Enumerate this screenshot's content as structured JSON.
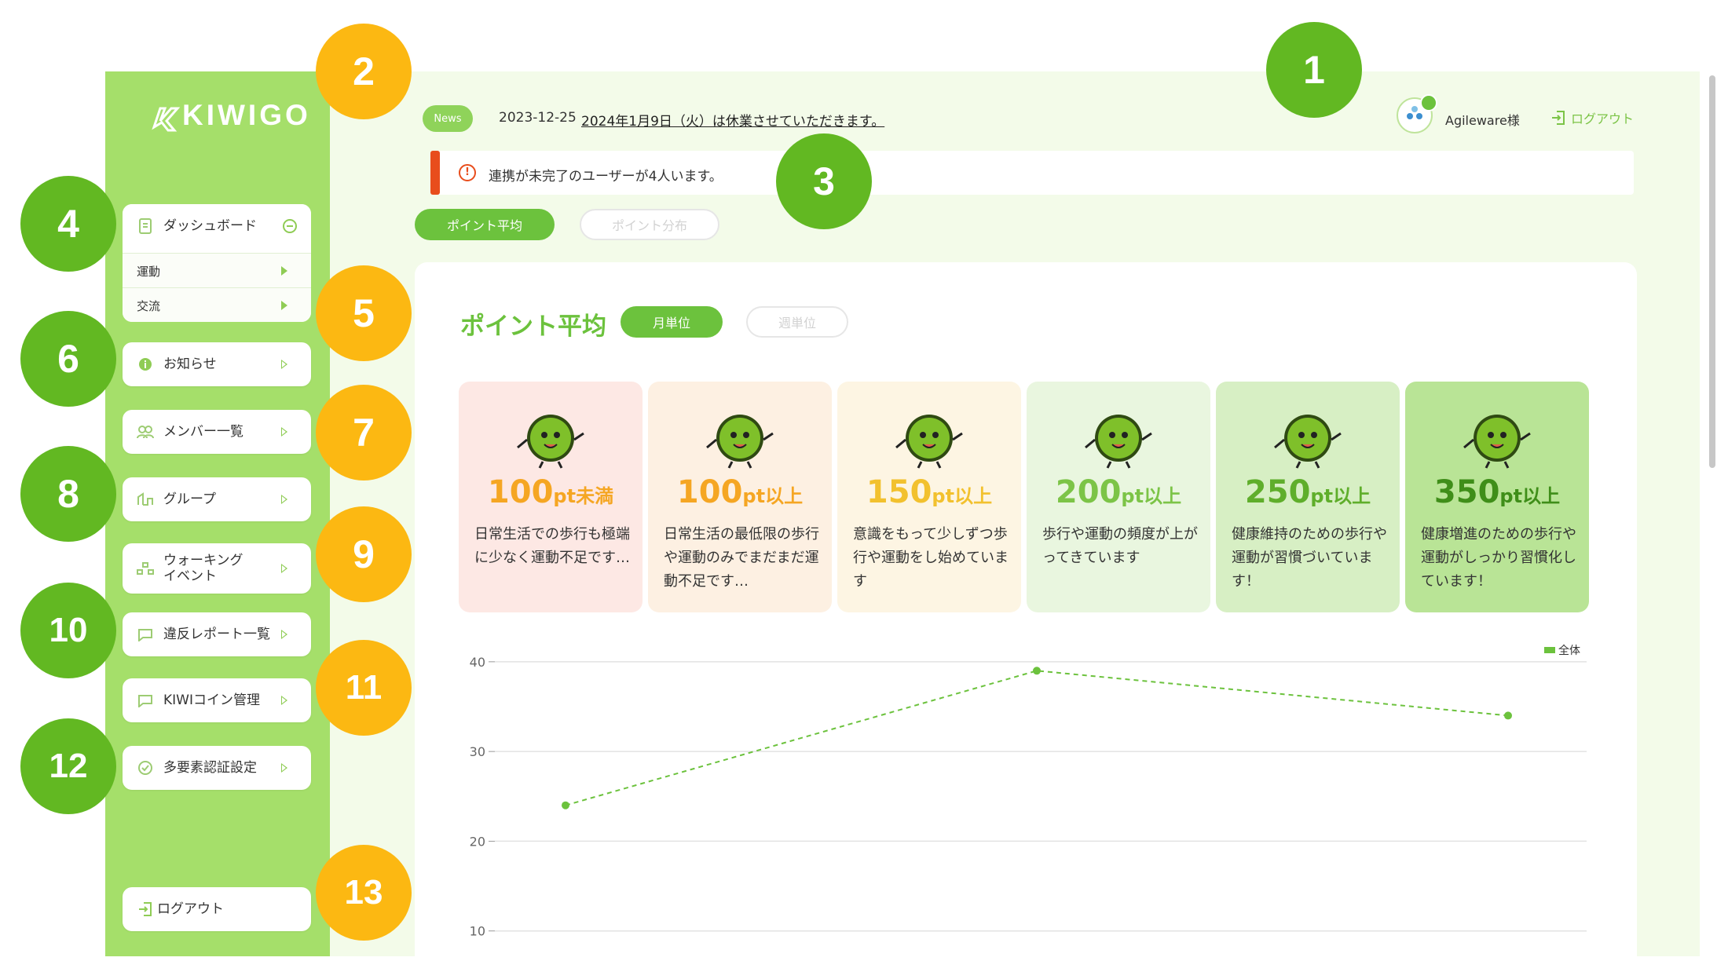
{
  "app": {
    "logo_text": "KIWIGO"
  },
  "header": {
    "news_label": "News",
    "news_date": "2023-12-25",
    "news_text": "2024年1月9日（火）は休業させていただきます。",
    "user_name": "Agileware様",
    "logout_label": "ログアウト"
  },
  "alert": {
    "icon_glyph": "!",
    "text": "連携が未完了のユーザーが4人います。"
  },
  "tabs": {
    "point_avg": "ポイント平均",
    "point_dist": "ポイント分布"
  },
  "panel": {
    "title": "ポイント平均",
    "monthly": "月単位",
    "weekly": "週単位"
  },
  "sidebar": {
    "dashboard": "ダッシュボード",
    "sub_exercise": "運動",
    "sub_social": "交流",
    "items": [
      {
        "label": "お知らせ",
        "icon": "info-icon"
      },
      {
        "label": "メンバー一覧",
        "icon": "members-icon"
      },
      {
        "label": "グループ",
        "icon": "group-icon"
      },
      {
        "label": "ウォーキング\nイベント",
        "icon": "walking-event-icon"
      },
      {
        "label": "違反レポート一覧",
        "icon": "report-icon"
      },
      {
        "label": "KIWIコイン管理",
        "icon": "coin-icon"
      },
      {
        "label": "多要素認証設定",
        "icon": "mfa-icon"
      }
    ],
    "logout": "ログアウト"
  },
  "cards": [
    {
      "num": "100",
      "unit": "pt未満",
      "desc": "日常生活での歩行も極端に少なく運動不足です…",
      "bg": "#fde8e4",
      "color": "#f5a623"
    },
    {
      "num": "100",
      "unit": "pt以上",
      "desc": "日常生活の最低限の歩行や運動のみでまだまだ運動不足です…",
      "bg": "#fdf0e2",
      "color": "#f5a623"
    },
    {
      "num": "150",
      "unit": "pt以上",
      "desc": "意識をもって少しずつ歩行や運動をし始めています",
      "bg": "#fdf5e3",
      "color": "#f2c12e"
    },
    {
      "num": "200",
      "unit": "pt以上",
      "desc": "歩行や運動の頻度が上がってきています",
      "bg": "#e9f6df",
      "color": "#7cc447"
    },
    {
      "num": "250",
      "unit": "pt以上",
      "desc": "健康維持のための歩行や運動が習慣づいています！",
      "bg": "#d7efc4",
      "color": "#5fae2b"
    },
    {
      "num": "350",
      "unit": "pt以上",
      "desc": "健康増進のための歩行や運動がしっかり習慣化しています！",
      "bg": "#b9e496",
      "color": "#3f8e19"
    }
  ],
  "callouts": [
    "1",
    "2",
    "3",
    "4",
    "5",
    "6",
    "7",
    "8",
    "9",
    "10",
    "11",
    "12",
    "13"
  ],
  "colors": {
    "accent": "#6cc23d",
    "sidebar": "#a5df6a",
    "alert": "#e84d1c",
    "callout_green": "#62b822",
    "callout_yellow": "#fcb812"
  },
  "chart_data": {
    "type": "line",
    "series": [
      {
        "name": "全体",
        "values": [
          24,
          39,
          34
        ]
      }
    ],
    "x": [
      0,
      1,
      2
    ],
    "xlabel": "",
    "ylabel": "",
    "yticks": [
      10,
      20,
      30,
      40
    ],
    "ylim": [
      7,
      42
    ],
    "grid": true,
    "legend_position": "top-right",
    "line_style": "dashed",
    "color": "#6cc23d"
  }
}
